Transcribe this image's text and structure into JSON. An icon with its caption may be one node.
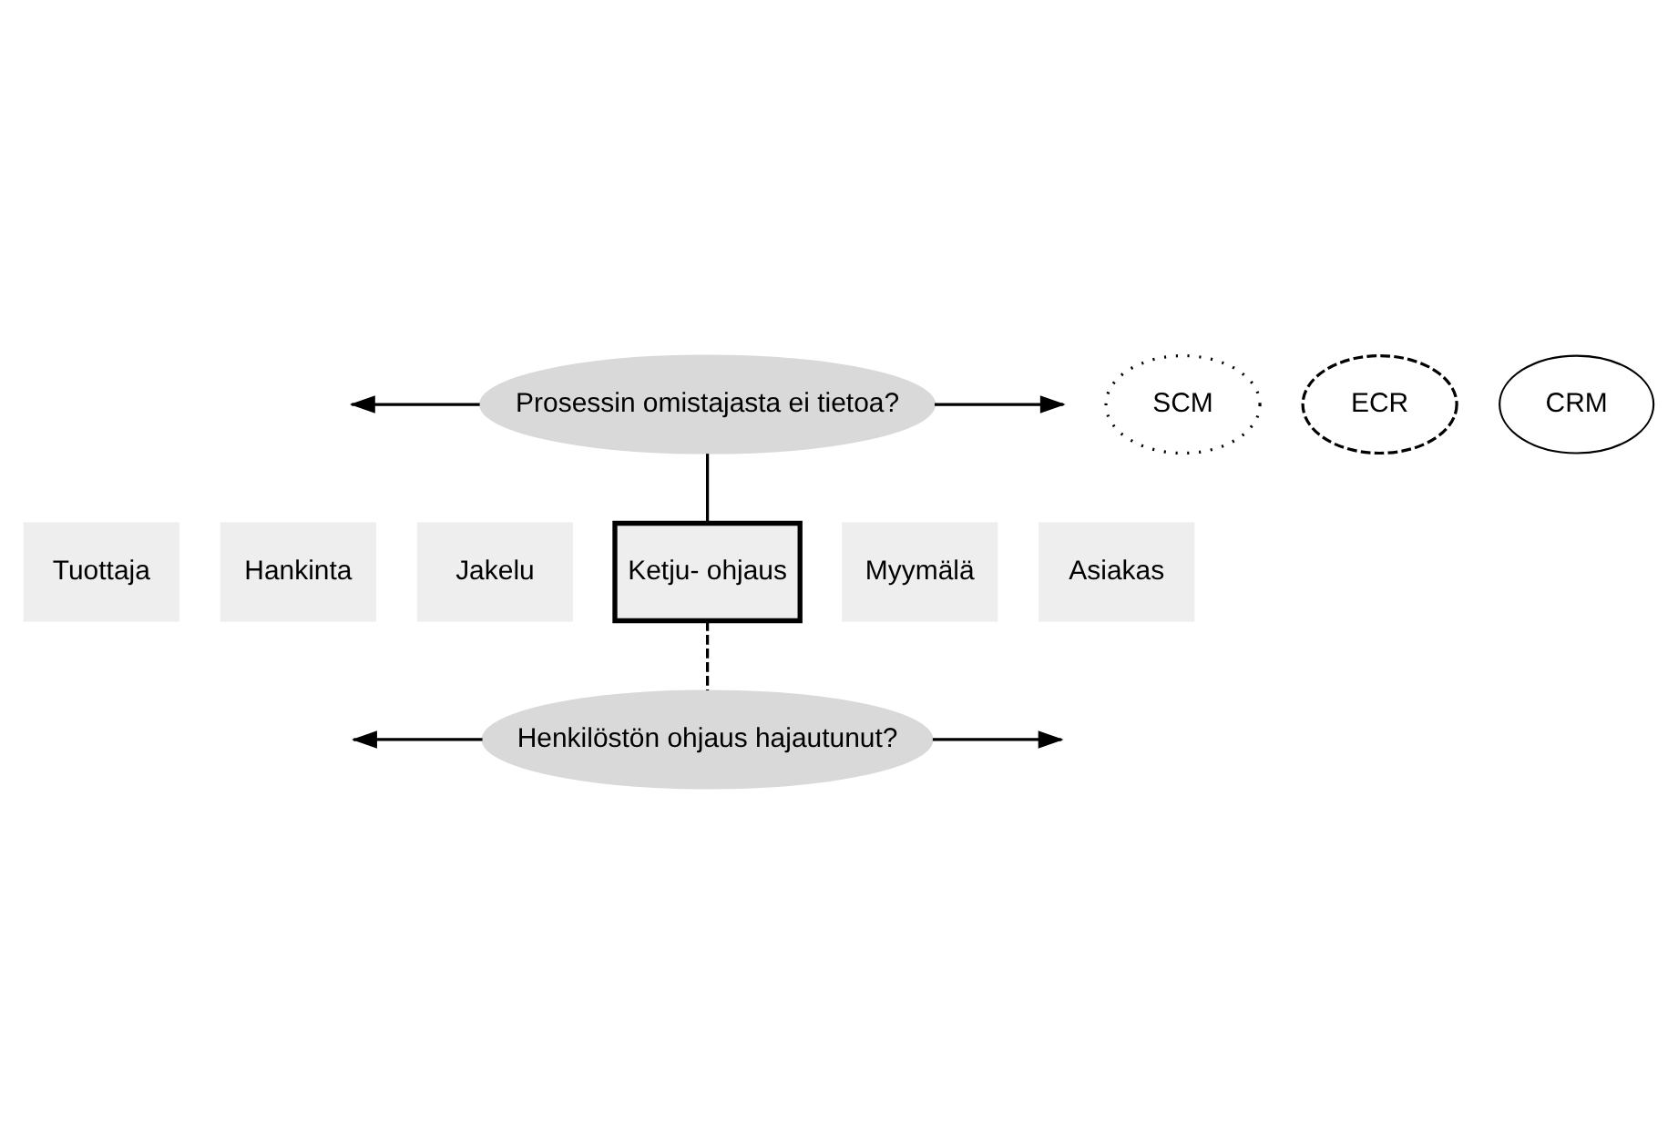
{
  "diagram": {
    "nodes": [
      {
        "text": [
          "Prosessin omistajasta ei tietoa?"
        ]
      },
      {
        "text": [
          "Tuottaja"
        ]
      },
      {
        "text": [
          "Hankinta"
        ]
      },
      {
        "text": [
          "Jakelu"
        ]
      },
      {
        "text": [
          "Ketju- ohjaus"
        ]
      },
      {
        "text": [
          "Myymälä"
        ]
      },
      {
        "text": [
          "Asiakas"
        ]
      },
      {
        "text": [
          "SCM"
        ]
      },
      {
        "text": [
          "ECR"
        ]
      },
      {
        "text": [
          "CRM"
        ]
      },
      {
        "text": [
          "Henkilöstön ohjaus hajautunut?"
        ]
      }
    ],
    "edges": [
      {
        "from": 0,
        "to": null,
        "arrow": "to"
      },
      {
        "from": 0,
        "to": null,
        "arrow": "to"
      },
      {
        "from": 0,
        "to": 4,
        "arrow": "none"
      },
      {
        "from": 4,
        "to": 10,
        "arrow": "none",
        "style": "dashed"
      },
      {
        "from": 10,
        "to": null,
        "arrow": "to"
      },
      {
        "from": 10,
        "to": null,
        "arrow": "to"
      }
    ]
  }
}
